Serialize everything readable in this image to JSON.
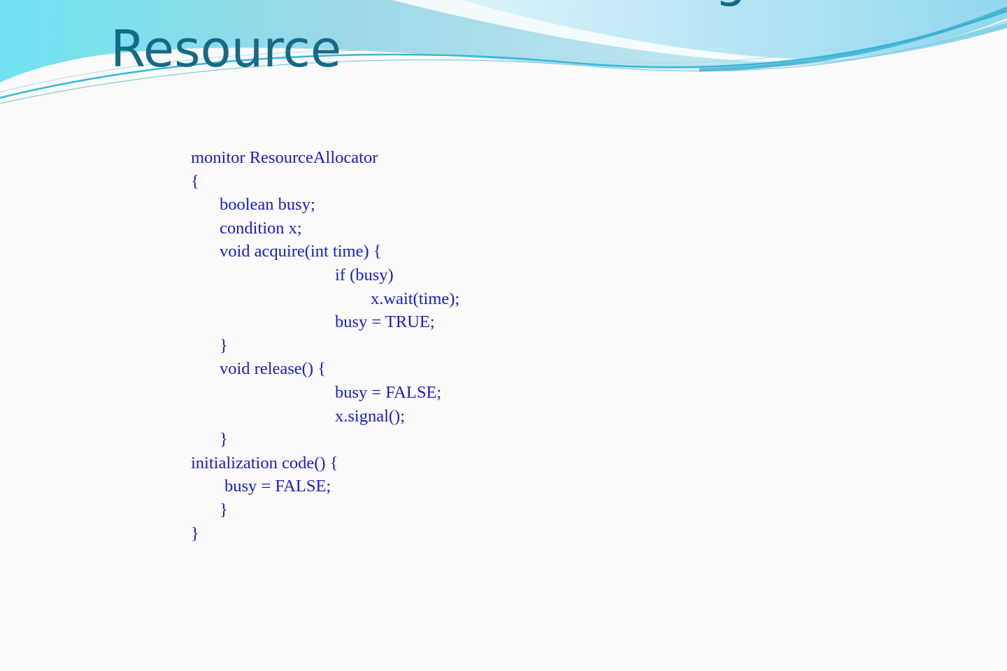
{
  "slide": {
    "title_fragment": "g",
    "title": "Resource",
    "code_lines": [
      {
        "indent": 0,
        "text": "monitor ResourceAllocator"
      },
      {
        "indent": 0,
        "text": "{"
      },
      {
        "indent": 1,
        "text": "boolean busy;"
      },
      {
        "indent": 1,
        "text": "condition x;"
      },
      {
        "indent": 1,
        "text": "void acquire(int time) {"
      },
      {
        "indent": 2,
        "text": "if (busy)"
      },
      {
        "indent": 3,
        "text": "x.wait(time);"
      },
      {
        "indent": 2,
        "text": "busy = TRUE;"
      },
      {
        "indent": 1,
        "text": "}"
      },
      {
        "indent": 1,
        "text": "void release() {"
      },
      {
        "indent": 2,
        "text": "busy = FALSE;"
      },
      {
        "indent": 2,
        "text": "x.signal();"
      },
      {
        "indent": 1,
        "text": "}"
      },
      {
        "indent": 0,
        "text": "initialization code() {"
      },
      {
        "indent": 4,
        "text": "busy = FALSE;"
      },
      {
        "indent": 1,
        "text": "}"
      },
      {
        "indent": 0,
        "text": "}"
      }
    ]
  },
  "colors": {
    "title": "#156a85",
    "code": "#1a1acc",
    "background": "#fbfbfb",
    "wave_light": "#c9eef8",
    "wave_mid": "#8fd6ea",
    "wave_accent": "#35b8d8"
  }
}
